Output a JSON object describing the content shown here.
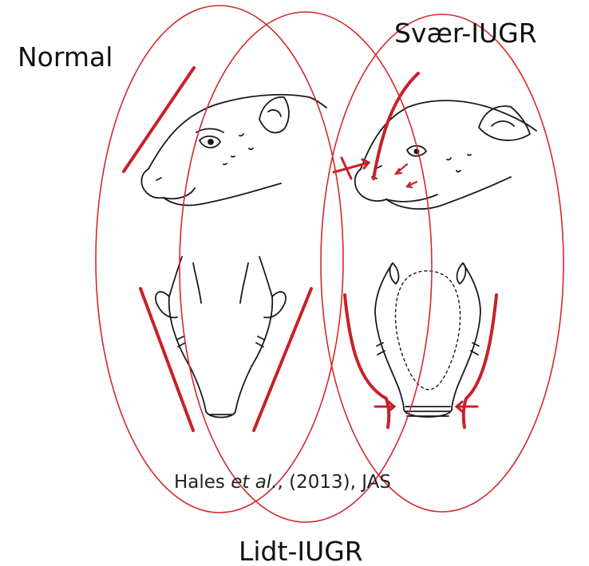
{
  "labels": {
    "normal": "Normal",
    "svaer": "Svær-IUGR",
    "lidt": "Lidt-IUGR"
  },
  "citation": {
    "author": "Hales ",
    "etal": "et al.",
    "rest": ", (2013), JAS"
  },
  "colors": {
    "ellipse": "#d42a2a",
    "marker": "#c8202a",
    "ink": "#1a1a1a"
  },
  "icons": {
    "normal_profile": "pig-head-profile-icon",
    "normal_top": "pig-head-top-icon",
    "iugr_profile": "iugr-pig-head-profile-icon",
    "iugr_top": "iugr-pig-head-top-icon"
  }
}
